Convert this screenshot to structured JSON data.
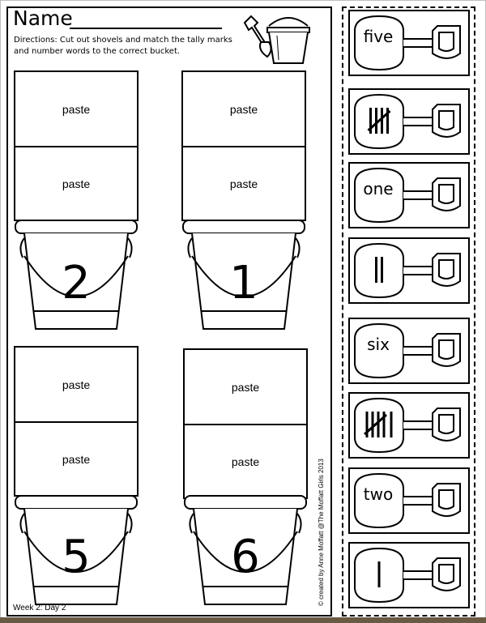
{
  "worksheet": {
    "name_label": "Name",
    "directions": "Directions: Cut out shovels and match the tally marks and number words to the correct bucket.",
    "footer_week": "Week 2: Day 2",
    "copyright": "© created by Anne Moffatt @The Moffatt Girls 2013"
  },
  "buckets": [
    {
      "number": "2",
      "paste_top": "paste",
      "paste_bottom": "paste"
    },
    {
      "number": "1",
      "paste_top": "paste",
      "paste_bottom": "paste"
    },
    {
      "number": "5",
      "paste_top": "paste",
      "paste_bottom": "paste"
    },
    {
      "number": "6",
      "paste_top": "paste",
      "paste_bottom": "paste"
    }
  ],
  "shovels": [
    {
      "kind": "word",
      "text": "five"
    },
    {
      "kind": "tally",
      "count": 5
    },
    {
      "kind": "word",
      "text": "one"
    },
    {
      "kind": "tally",
      "count": 2
    },
    {
      "kind": "word",
      "text": "six"
    },
    {
      "kind": "tally",
      "count": 6
    },
    {
      "kind": "word",
      "text": "two"
    },
    {
      "kind": "tally",
      "count": 1
    }
  ],
  "colors": {
    "ink": "#000000",
    "paper": "#ffffff",
    "frame": "#bfbfbf",
    "bottom_strip": "#6b5a43"
  }
}
